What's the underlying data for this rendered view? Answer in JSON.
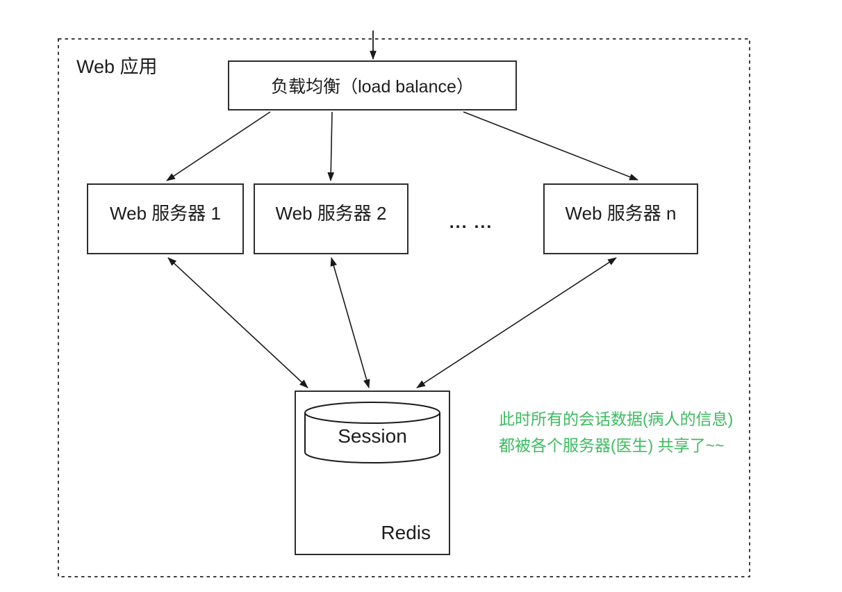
{
  "diagram": {
    "container_label": "Web 应用",
    "load_balancer": {
      "label": "负载均衡（load balance）"
    },
    "servers": [
      {
        "label": "Web 服务器 1"
      },
      {
        "label": "Web 服务器 2"
      },
      {
        "label": "Web 服务器 n"
      }
    ],
    "ellipsis": "... ...",
    "redis": {
      "label": "Redis",
      "session_label": "Session"
    },
    "note": {
      "line1": "此时所有的会话数据(病人的信息)",
      "line2": "都被各个服务器(医生) 共享了~~",
      "color": "#3dbb60"
    },
    "colors": {
      "stroke": "#1a1a1a",
      "box_border": "#2d2d2d",
      "background": "#ffffff"
    }
  }
}
